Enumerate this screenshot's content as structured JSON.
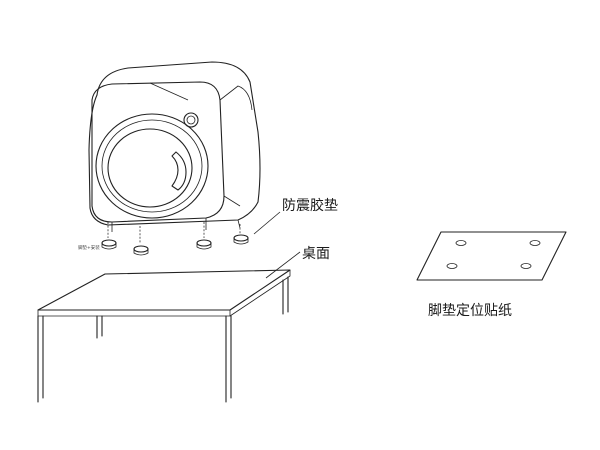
{
  "labels": {
    "anti_vibration_pad": "防震胶垫",
    "desktop": "桌面",
    "foot_pad_sticker": "脚垫定位贴纸",
    "tiny_note": "脚垫+安装"
  }
}
